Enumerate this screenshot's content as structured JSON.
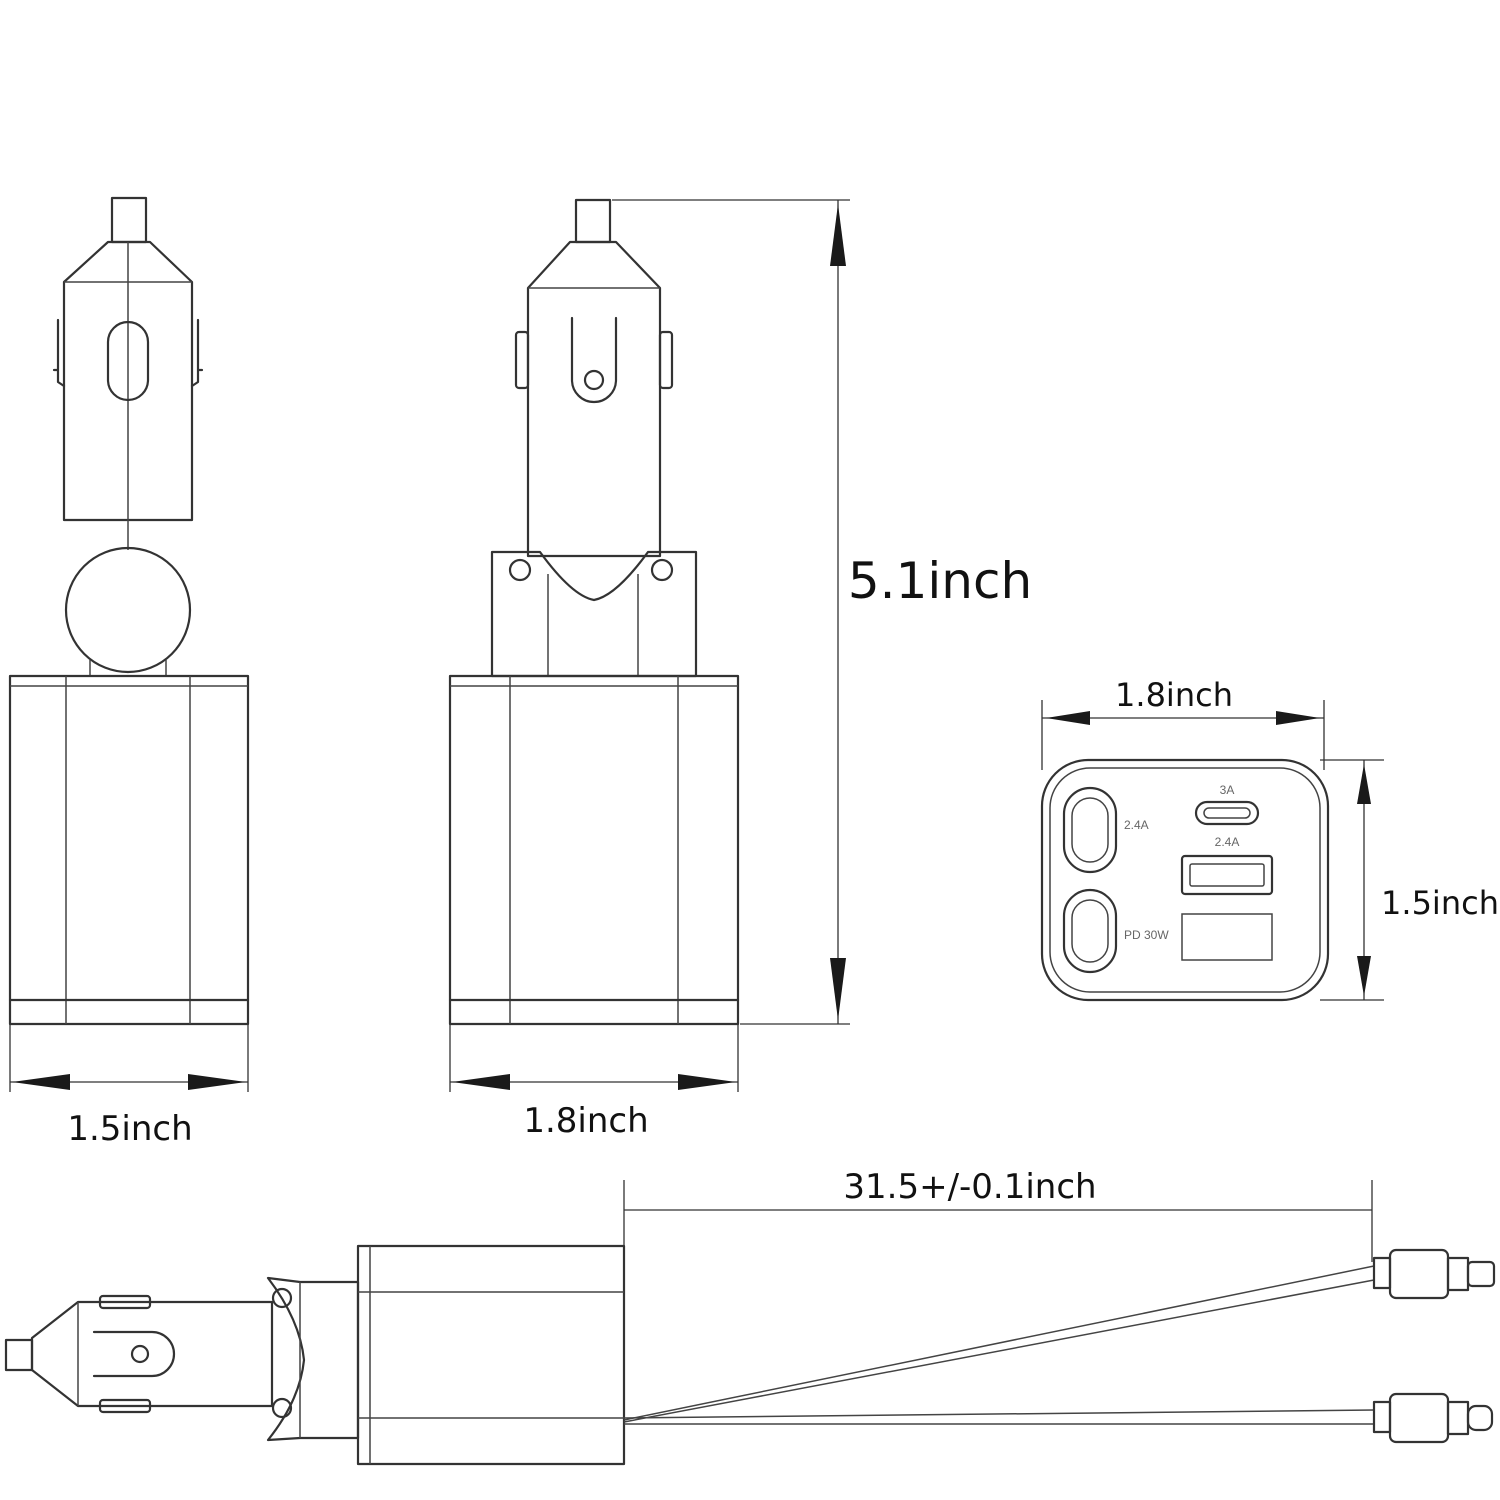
{
  "dimensions": {
    "side_width": "1.5inch",
    "front_width": "1.8inch",
    "total_height": "5.1inch",
    "top_width": "1.8inch",
    "top_height": "1.5inch",
    "cable_length": "31.5+/-0.1inch"
  },
  "ports": {
    "left_top": "2.4A",
    "usb_c_top": "3A",
    "usb_a": "2.4A",
    "left_bottom": "PD 30W"
  }
}
